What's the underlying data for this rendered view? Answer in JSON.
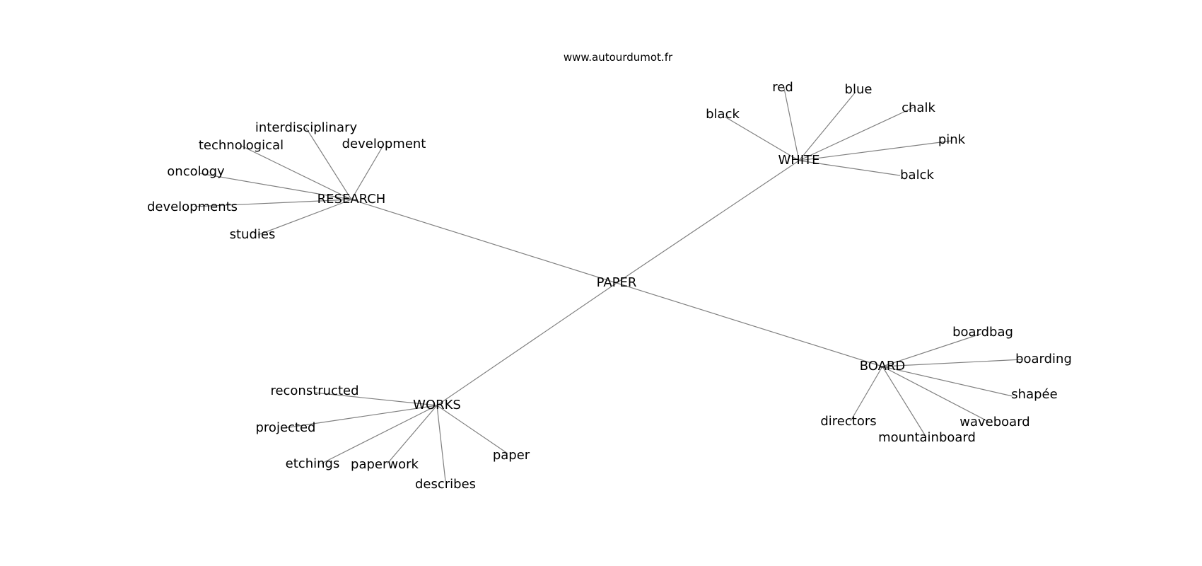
{
  "header": {
    "source": "www.autourdumot.fr"
  },
  "graph": {
    "center": "PAPER",
    "hubs": [
      {
        "id": "research",
        "label": "RESEARCH",
        "words": [
          "interdisciplinary",
          "technological",
          "development",
          "oncology",
          "developments",
          "studies"
        ]
      },
      {
        "id": "white",
        "label": "WHITE",
        "words": [
          "red",
          "blue",
          "black",
          "chalk",
          "pink",
          "balck"
        ]
      },
      {
        "id": "works",
        "label": "WORKS",
        "words": [
          "reconstructed",
          "projected",
          "etchings",
          "paperwork",
          "describes",
          "paper"
        ]
      },
      {
        "id": "board",
        "label": "BOARD",
        "words": [
          "boardbag",
          "boarding",
          "shapée",
          "waveboard",
          "mountainboard",
          "directors"
        ]
      }
    ]
  }
}
